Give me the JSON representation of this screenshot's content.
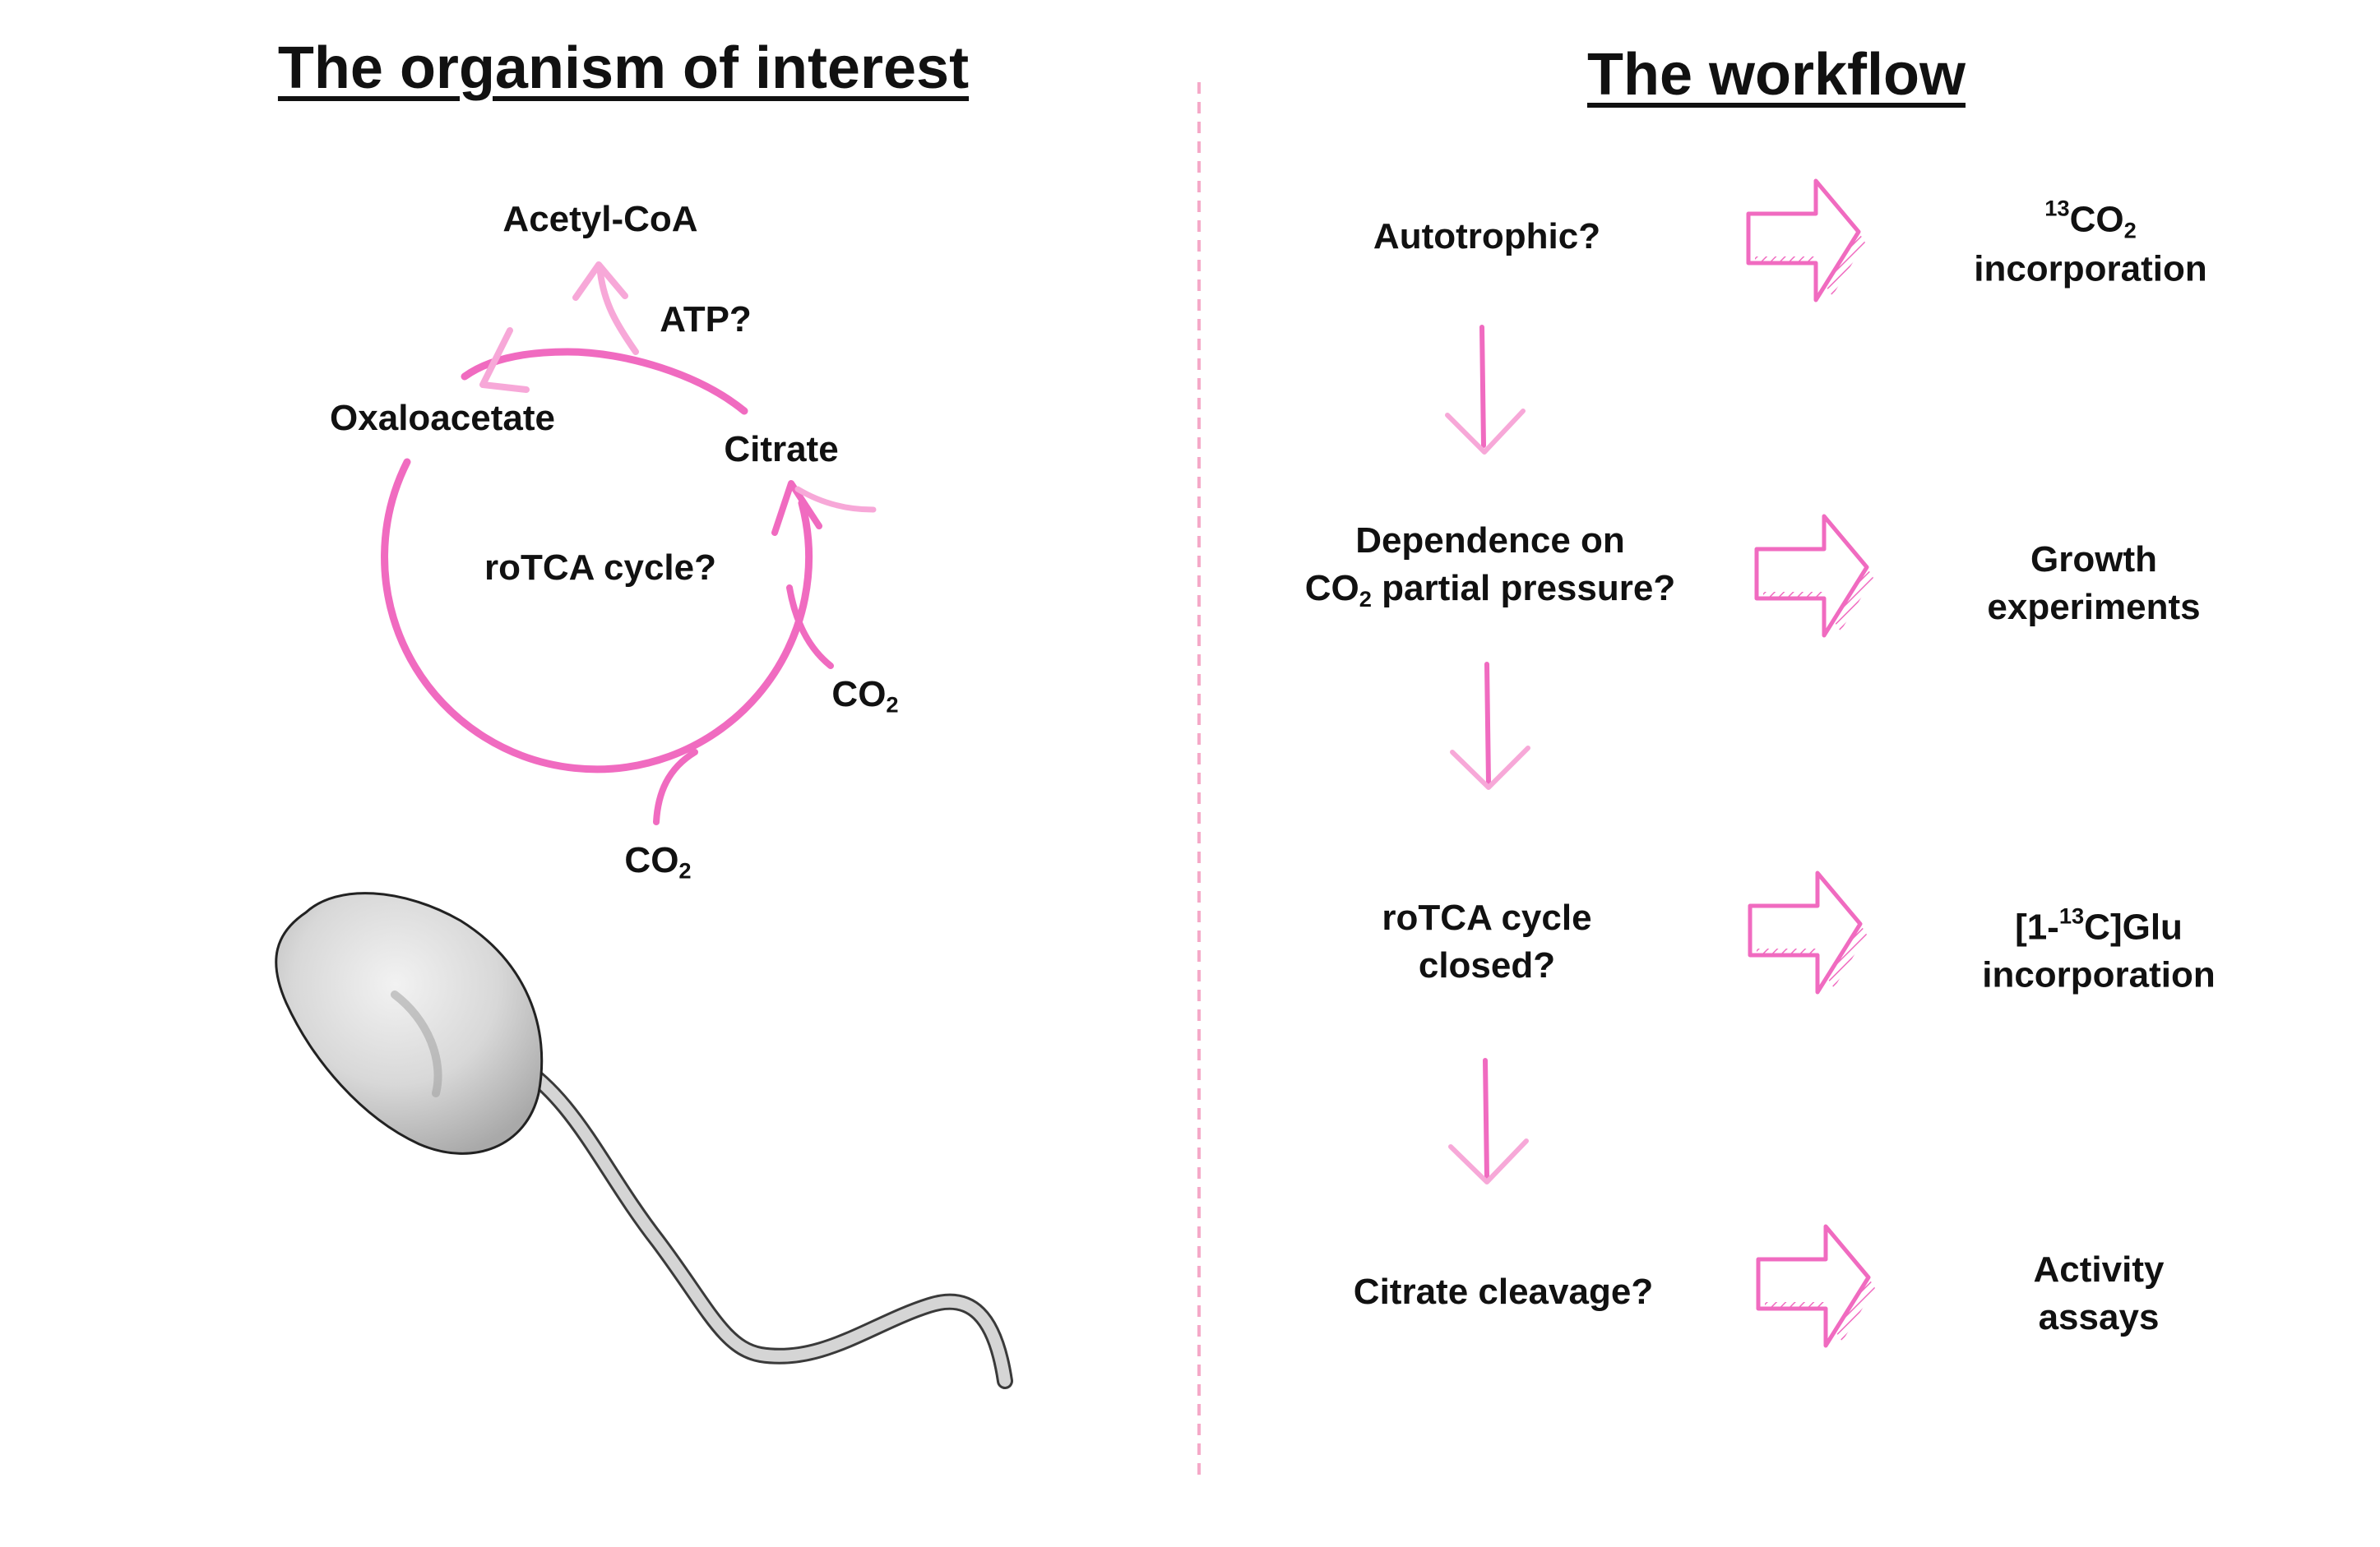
{
  "left_panel": {
    "title": "The organism of interest",
    "cycle": {
      "acetyl_coa": "Acetyl-CoA",
      "atp": "ATP?",
      "oxaloacetate": "Oxaloacetate",
      "citrate": "Citrate",
      "center": "roTCA cycle?",
      "co2_right": {
        "base": "CO",
        "sub": "2"
      },
      "co2_bottom": {
        "base": "CO",
        "sub": "2"
      }
    },
    "illustration": "bacterium-with-flagellum"
  },
  "right_panel": {
    "title": "The workflow",
    "questions": [
      {
        "line1": "Autotrophic?"
      },
      {
        "line1": "Dependence on",
        "line2_pre": "CO",
        "line2_sub": "2",
        "line2_post": " partial pressure?"
      },
      {
        "line1": "roTCA cycle",
        "line2": "closed?"
      },
      {
        "line1": "Citrate cleavage?"
      }
    ],
    "methods": [
      {
        "sup": "13",
        "base": "CO",
        "sub": "2",
        "line2": "incorporation"
      },
      {
        "line1": "Growth",
        "line2": "experiments"
      },
      {
        "pre": "[1-",
        "sup": "13",
        "post": "C]Glu",
        "line2": "incorporation"
      },
      {
        "line1": "Activity",
        "line2": "assays"
      }
    ]
  },
  "colors": {
    "accent_pink": "#f06bc0",
    "accent_light_pink": "#f7a8d8",
    "divider": "#f5a9c8",
    "text": "#111111",
    "cell_gray": "#d9d9d9"
  }
}
